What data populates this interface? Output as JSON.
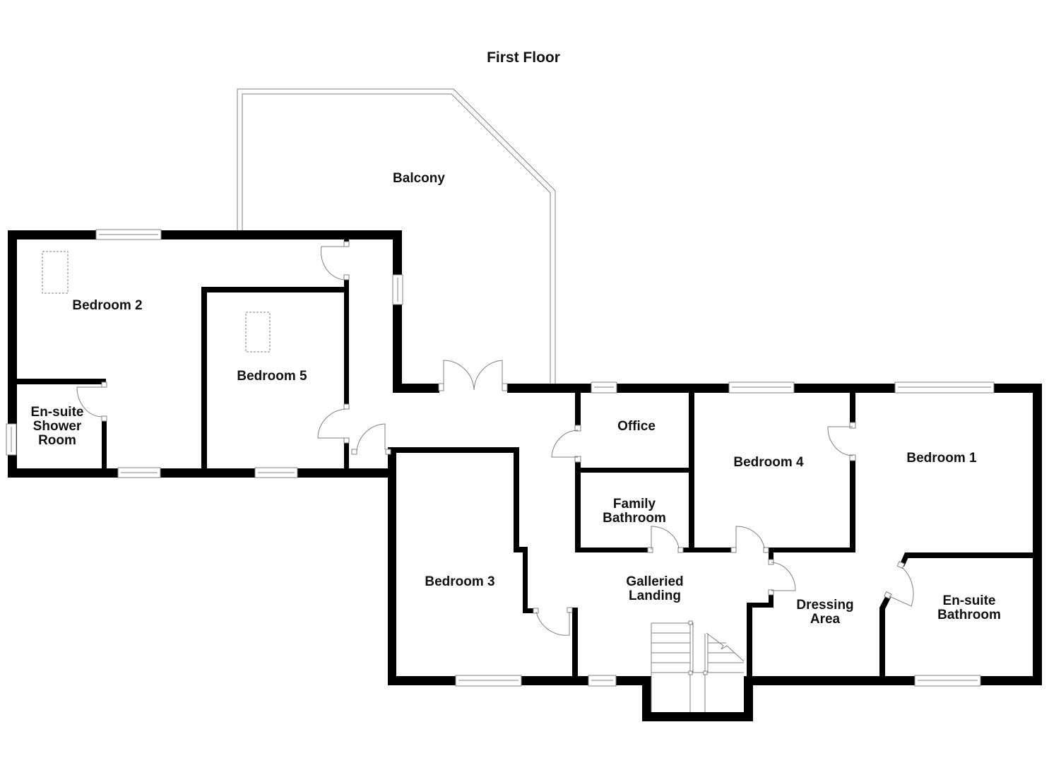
{
  "title": "First Floor",
  "colors": {
    "wall": "#000000",
    "fixture_line": "#808080",
    "background": "#ffffff",
    "text": "#111111"
  },
  "rooms": {
    "balcony": {
      "line1": "Balcony"
    },
    "bedroom2": {
      "line1": "Bedroom 2"
    },
    "bedroom5": {
      "line1": "Bedroom 5"
    },
    "ensuite_shower": {
      "line1": "En-suite",
      "line2": "Shower",
      "line3": "Room"
    },
    "office": {
      "line1": "Office"
    },
    "family_bathroom": {
      "line1": "Family",
      "line2": "Bathroom"
    },
    "bedroom4": {
      "line1": "Bedroom 4"
    },
    "bedroom1": {
      "line1": "Bedroom 1"
    },
    "bedroom3": {
      "line1": "Bedroom 3"
    },
    "galleried_landing": {
      "line1": "Galleried",
      "line2": "Landing"
    },
    "dressing_area": {
      "line1": "Dressing",
      "line2": "Area"
    },
    "ensuite_bathroom": {
      "line1": "En-suite",
      "line2": "Bathroom"
    }
  },
  "icons": {
    "door": "door-swing-icon",
    "window": "window-icon",
    "skylight": "skylight-icon",
    "staircase": "staircase-icon"
  }
}
